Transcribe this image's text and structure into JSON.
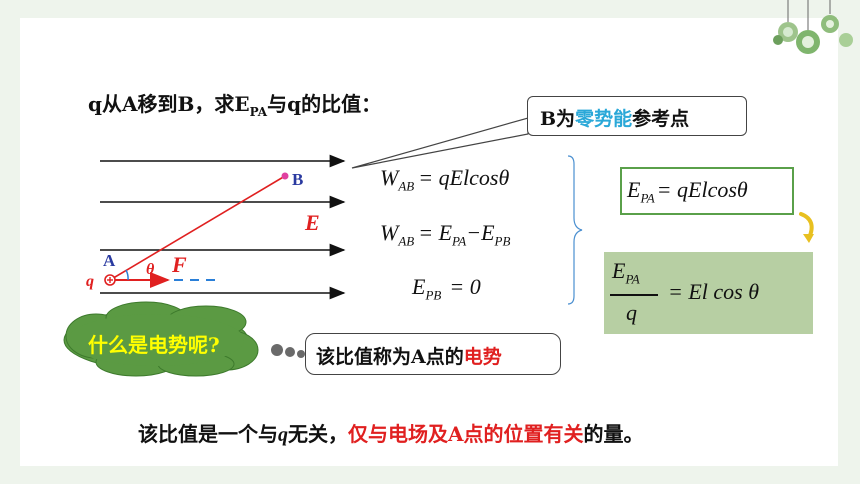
{
  "question": {
    "prefix": "q从A移到B，求E",
    "sub": "PA",
    "suffix": "与q的比值："
  },
  "callout_top": {
    "prefix": "B为",
    "highlight": "零势能",
    "suffix": "参考点",
    "highlight_color": "#2aa8d8"
  },
  "diagram": {
    "label_B": "B",
    "label_E": "E",
    "label_A": "A",
    "label_q": "q",
    "label_theta": "θ",
    "label_F": "F"
  },
  "equations": {
    "eq1": {
      "lhs": "W",
      "lhs_sub": "AB",
      "rhs": "= qElcosθ"
    },
    "eq2": {
      "lhs": "W",
      "lhs_sub": "AB",
      "rhs1": "= E",
      "rhs1_sub": "PA",
      "rhs2": "−E",
      "rhs2_sub": "PB"
    },
    "eq3": {
      "lhs": "E",
      "lhs_sub": "PB",
      "rhs": "= 0"
    }
  },
  "result_box": {
    "lhs": "E",
    "lhs_sub": "PA",
    "rhs": "= qElcosθ",
    "border_color": "#5aa04a"
  },
  "ratio_box": {
    "num": "E",
    "num_sub": "PA",
    "den": "q",
    "rhs": "= El cos θ",
    "bg": "#b7cfa3"
  },
  "cloud": {
    "text": "什么是电势呢?",
    "bg": "#5b9a43",
    "text_color": "#ffff00"
  },
  "callout_bottom": {
    "prefix": "该比值称为A点的",
    "highlight": "电势",
    "highlight_color": "#e02020"
  },
  "conclusion": {
    "part1": "该比值是一个与",
    "q": "q",
    "part2": "无关，",
    "highlight": "仅与电场及A点的位置有关",
    "part3": "的量。",
    "highlight_color": "#e02020"
  }
}
